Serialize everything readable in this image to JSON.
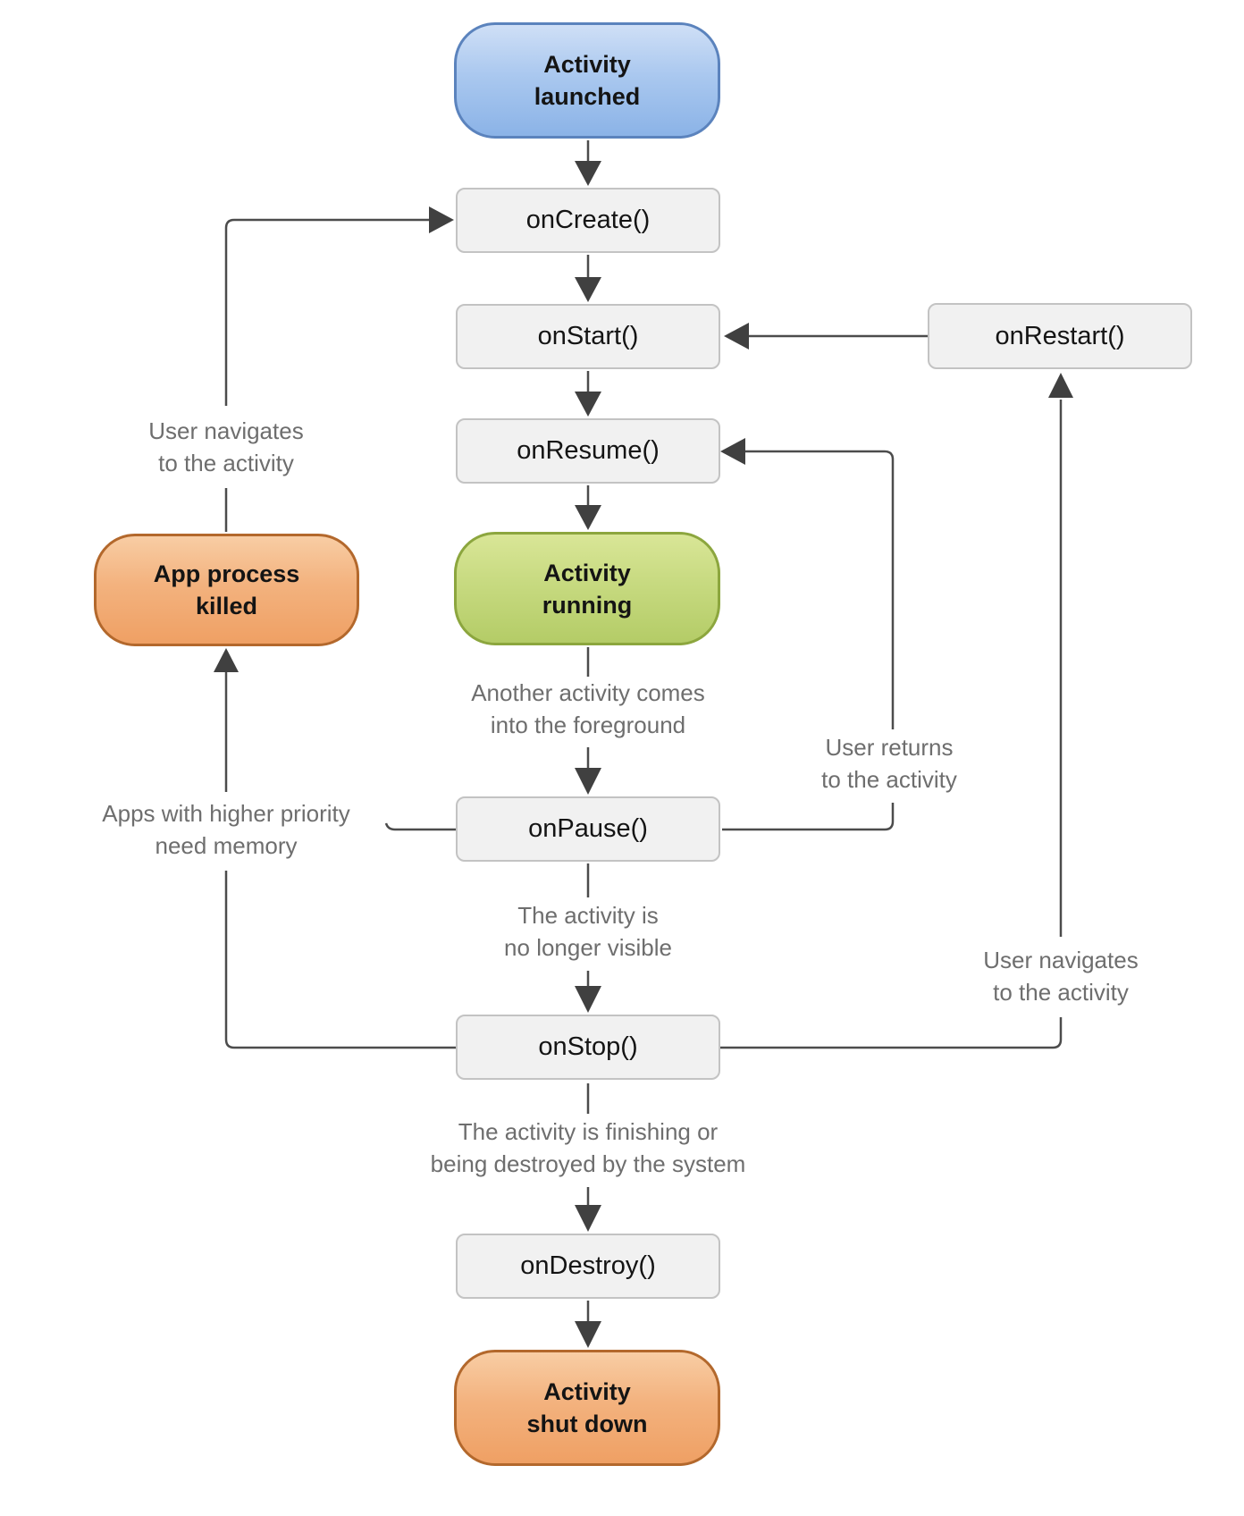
{
  "nodes": {
    "activity_launched": "Activity\nlaunched",
    "on_create": "onCreate()",
    "on_start": "onStart()",
    "on_resume": "onResume()",
    "activity_running": "Activity\nrunning",
    "on_pause": "onPause()",
    "on_stop": "onStop()",
    "on_destroy": "onDestroy()",
    "on_restart": "onRestart()",
    "app_process_killed": "App process\nkilled",
    "activity_shut_down": "Activity\nshut down"
  },
  "edge_labels": {
    "user_navigates_left": "User navigates\nto the activity",
    "apps_with_higher_priority": "Apps with higher priority\nneed memory",
    "another_activity": "Another activity comes\ninto the foreground",
    "user_returns": "User returns\nto the activity",
    "no_longer_visible": "The activity is\nno longer visible",
    "finishing_or_destroyed": "The activity is finishing or\nbeing destroyed by the system",
    "user_navigates_right": "User navigates\nto the activity"
  },
  "colors": {
    "launched_fill_top": "#cfdff6",
    "launched_fill_bottom": "#8bb3e7",
    "launched_border": "#5b83bd",
    "running_fill_top": "#d9e697",
    "running_fill_bottom": "#b4cc67",
    "running_border": "#8ca63e",
    "terminal_fill_top": "#f8cda4",
    "terminal_fill_bottom": "#efa064",
    "terminal_border": "#b3682c",
    "callback_fill": "#f1f1f1",
    "callback_border": "#c3c3c3",
    "connector": "#4c4c4c",
    "label_text": "#6e6e6e",
    "node_text": "#141414"
  }
}
